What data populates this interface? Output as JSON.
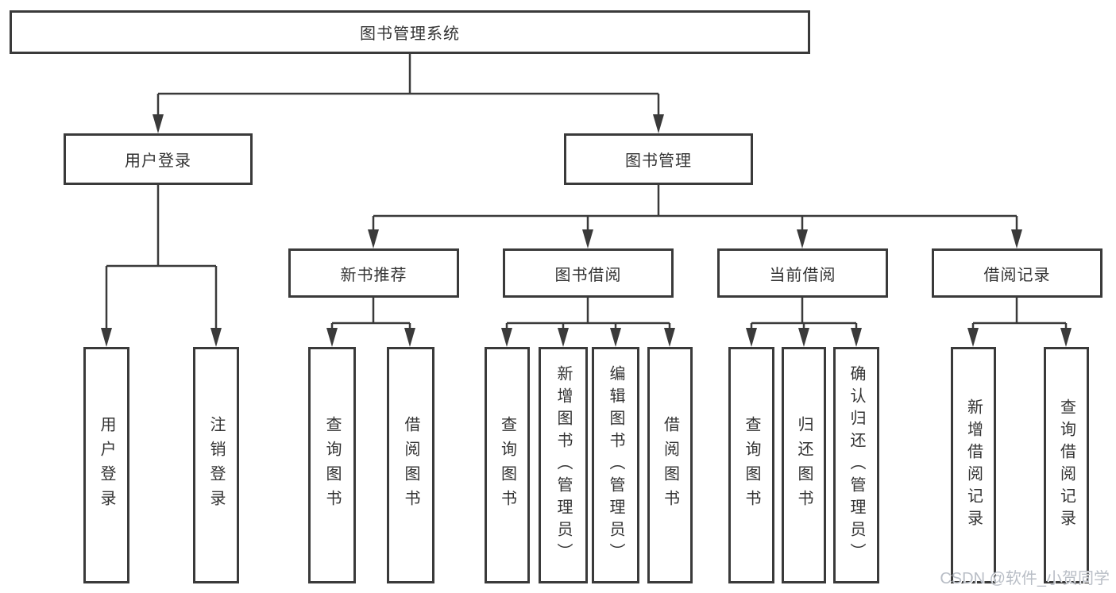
{
  "diagram": {
    "tree": {
      "label": "图书管理系统",
      "children": [
        {
          "label": "用户登录",
          "children": [
            {
              "label": "用户登录"
            },
            {
              "label": "注销登录"
            }
          ]
        },
        {
          "label": "图书管理",
          "children": [
            {
              "label": "新书推荐",
              "children": [
                {
                  "label": "查询图书"
                },
                {
                  "label": "借阅图书"
                }
              ]
            },
            {
              "label": "图书借阅",
              "children": [
                {
                  "label": "查询图书"
                },
                {
                  "label": "新增图书（管理员）"
                },
                {
                  "label": "编辑图书（管理员）"
                },
                {
                  "label": "借阅图书"
                }
              ]
            },
            {
              "label": "当前借阅",
              "children": [
                {
                  "label": "查询图书"
                },
                {
                  "label": "归还图书"
                },
                {
                  "label": "确认归还（管理员）"
                }
              ]
            },
            {
              "label": "借阅记录",
              "children": [
                {
                  "label": "新增借阅记录"
                },
                {
                  "label": "查询借阅记录"
                }
              ]
            }
          ]
        }
      ]
    },
    "line_color": "#3a3a3a",
    "watermark": "CSDN @软件_小贺同学"
  }
}
